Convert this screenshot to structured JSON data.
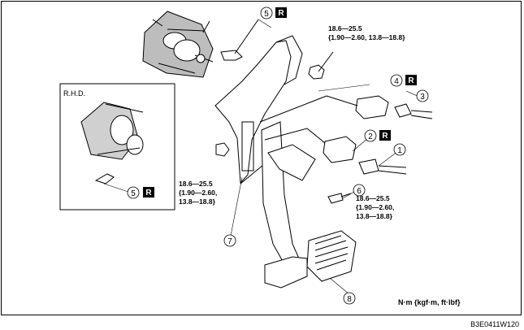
{
  "figure_code": "B3E0411W120",
  "units_note": "N·m {kgf·m, ft·lbf}",
  "rhd_label": "R.H.D.",
  "replace_mark": "R",
  "torque_specs": {
    "top_right": [
      "18.6—25.5",
      "{1.90—2.60, 13.8—18.8}"
    ],
    "left": [
      "18.6—25.5",
      "{1.90—2.60,",
      "13.8—18.8}"
    ],
    "bottom_right": [
      "18.6—25.5",
      "{1.90—2.60,",
      "13.8—18.8}"
    ]
  },
  "callouts": [
    "1",
    "2",
    "3",
    "4",
    "5",
    "5",
    "6",
    "7",
    "8"
  ]
}
